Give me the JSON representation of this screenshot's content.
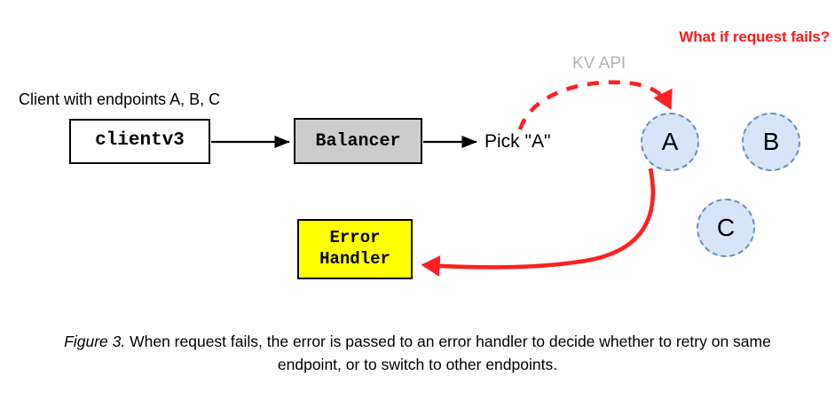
{
  "annotations": {
    "what_if": "What if request fails?",
    "kv_api": "KV API",
    "client_label": "Client with endpoints A, B, C",
    "pick_a": "Pick \"A\""
  },
  "nodes": {
    "clientv3": {
      "label": "clientv3",
      "fill": "#ffffff",
      "stroke": "#000000"
    },
    "balancer": {
      "label": "Balancer",
      "fill": "#cccccc",
      "stroke": "#000000"
    },
    "error_handler": {
      "label_line1": "Error",
      "label_line2": "Handler",
      "fill": "#ffff00",
      "stroke": "#000000"
    }
  },
  "endpoints": [
    {
      "id": "a",
      "label": "A",
      "fill": "#d7e5f7",
      "stroke": "#6b8fc4"
    },
    {
      "id": "b",
      "label": "B",
      "fill": "#d7e5f7",
      "stroke": "#6b8fc4"
    },
    {
      "id": "c",
      "label": "C",
      "fill": "#d7e5f7",
      "stroke": "#6b8fc4"
    }
  ],
  "edges": {
    "client_to_balancer": {
      "style": "solid",
      "color": "#000000"
    },
    "balancer_to_pick": {
      "style": "solid",
      "color": "#000000"
    },
    "pick_to_endpoint_a": {
      "style": "dashed",
      "color": "#ff2020"
    },
    "endpoint_a_to_error_handler": {
      "style": "solid",
      "color": "#ff2020"
    }
  },
  "caption": {
    "figure_label": "Figure 3.",
    "text": " When request fails, the error is passed to an error handler to decide whether to retry on same endpoint, or to switch to other endpoints."
  },
  "colors": {
    "alert_red": "#ff1a1a",
    "muted_gray": "#b3b3b3",
    "endpoint_blue_fill": "#d7e5f7",
    "endpoint_blue_stroke": "#6b8fc4",
    "balancer_gray": "#cccccc",
    "error_yellow": "#ffff00"
  }
}
